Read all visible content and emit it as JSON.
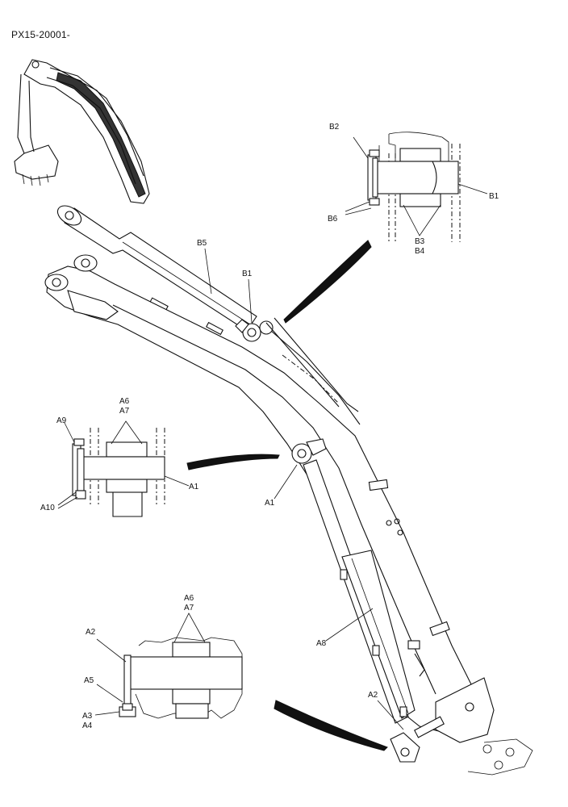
{
  "document": {
    "id": "PX15-20001-"
  },
  "labels": {
    "b2": "B2",
    "b1_detail": "B1",
    "b6": "B6",
    "b3": "B3",
    "b4": "B4",
    "b5": "B5",
    "b1_main": "B1",
    "a6_top": "A6",
    "a7_top": "A7",
    "a9": "A9",
    "a1_detail": "A1",
    "a10": "A10",
    "a1_main": "A1",
    "a8": "A8",
    "a6_bottom": "A6",
    "a7_bottom": "A7",
    "a2_detail": "A2",
    "a5": "A5",
    "a3": "A3",
    "a4": "A4",
    "a2_main": "A2"
  }
}
